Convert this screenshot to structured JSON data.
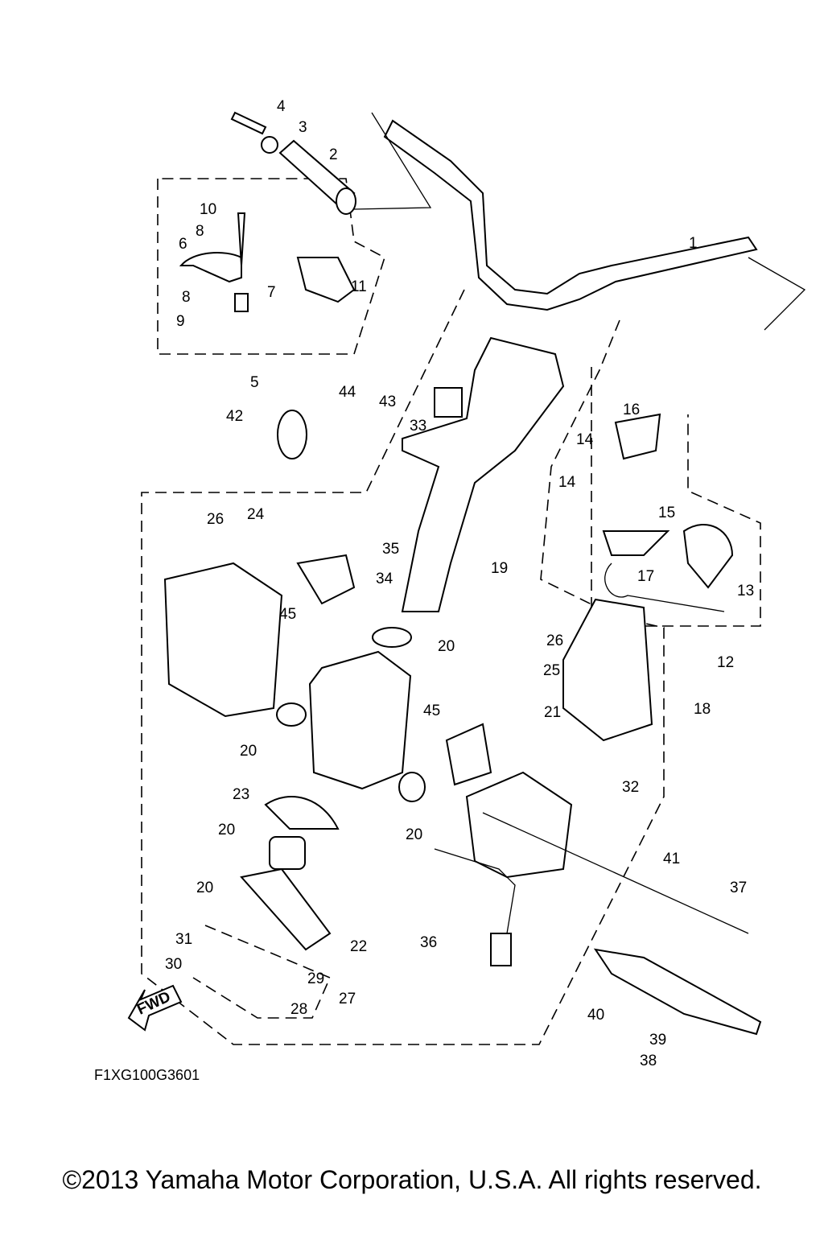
{
  "diagram_code": "F1XG100G3601",
  "fwd_label": "FWD",
  "copyright": "©2013 Yamaha Motor Corporation, U.S.A. All rights reserved.",
  "labels": [
    "4",
    "3",
    "2",
    "10",
    "8",
    "6",
    "11",
    "7",
    "8",
    "9",
    "5",
    "1",
    "44",
    "43",
    "33",
    "42",
    "16",
    "14",
    "14",
    "15",
    "13",
    "17",
    "12",
    "26",
    "24",
    "35",
    "34",
    "19",
    "45",
    "20",
    "26",
    "25",
    "45",
    "21",
    "18",
    "20",
    "32",
    "23",
    "20",
    "20",
    "41",
    "37",
    "20",
    "22",
    "31",
    "36",
    "29",
    "30",
    "27",
    "28",
    "40",
    "39",
    "38"
  ]
}
